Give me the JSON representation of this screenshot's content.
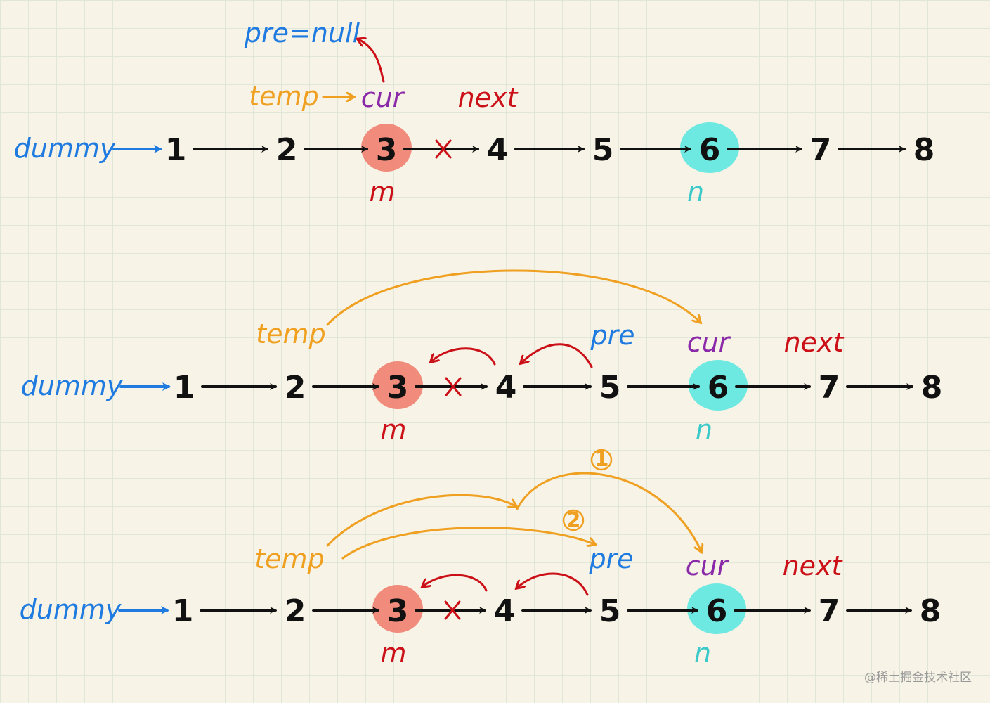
{
  "colors": {
    "grid": "#d9e3d3",
    "paper": "#f7f3e6",
    "black": "#111111",
    "blue": "#1f7be0",
    "orange": "#f0a020",
    "purple": "#8a2aa8",
    "red": "#cc1018",
    "cyan": "#3cc9c9",
    "m_highlight": "#f08070",
    "n_highlight": "#5ee8e0"
  },
  "nodes": [
    "1",
    "2",
    "3",
    "4",
    "5",
    "6",
    "7",
    "8"
  ],
  "labels": {
    "dummy": "dummy",
    "temp": "temp",
    "cur": "cur",
    "next": "next",
    "pre": "pre",
    "pre_null": "pre=null",
    "m": "m",
    "n": "n",
    "step1": "①",
    "step2": "②"
  },
  "watermark": "@稀土掘金技术社区"
}
